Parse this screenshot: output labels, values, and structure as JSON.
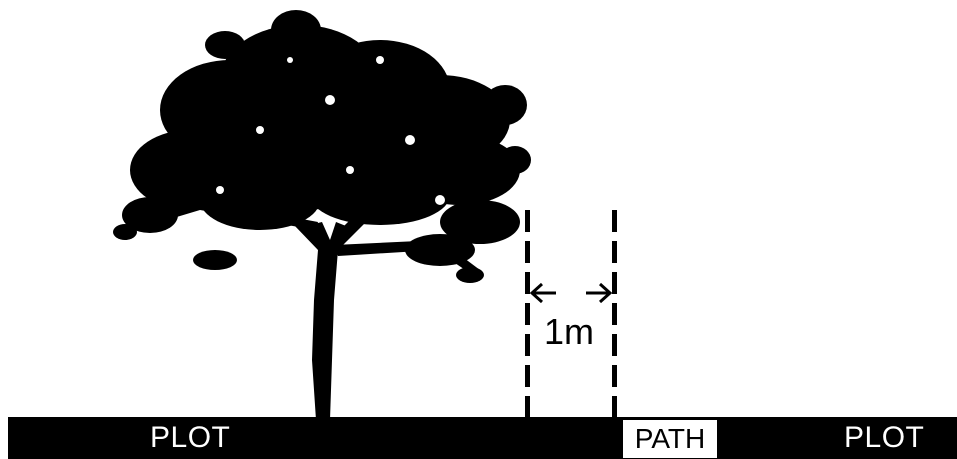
{
  "labels": {
    "plot_left": "PLOT",
    "path": "PATH",
    "plot_right": "PLOT",
    "distance": "1m"
  },
  "icons": {
    "tree": "tree-silhouette-icon",
    "arrow_left": "arrow-left-icon",
    "arrow_right": "arrow-right-icon"
  },
  "colors": {
    "ground": "#000000",
    "tree": "#000000",
    "background": "#ffffff"
  }
}
